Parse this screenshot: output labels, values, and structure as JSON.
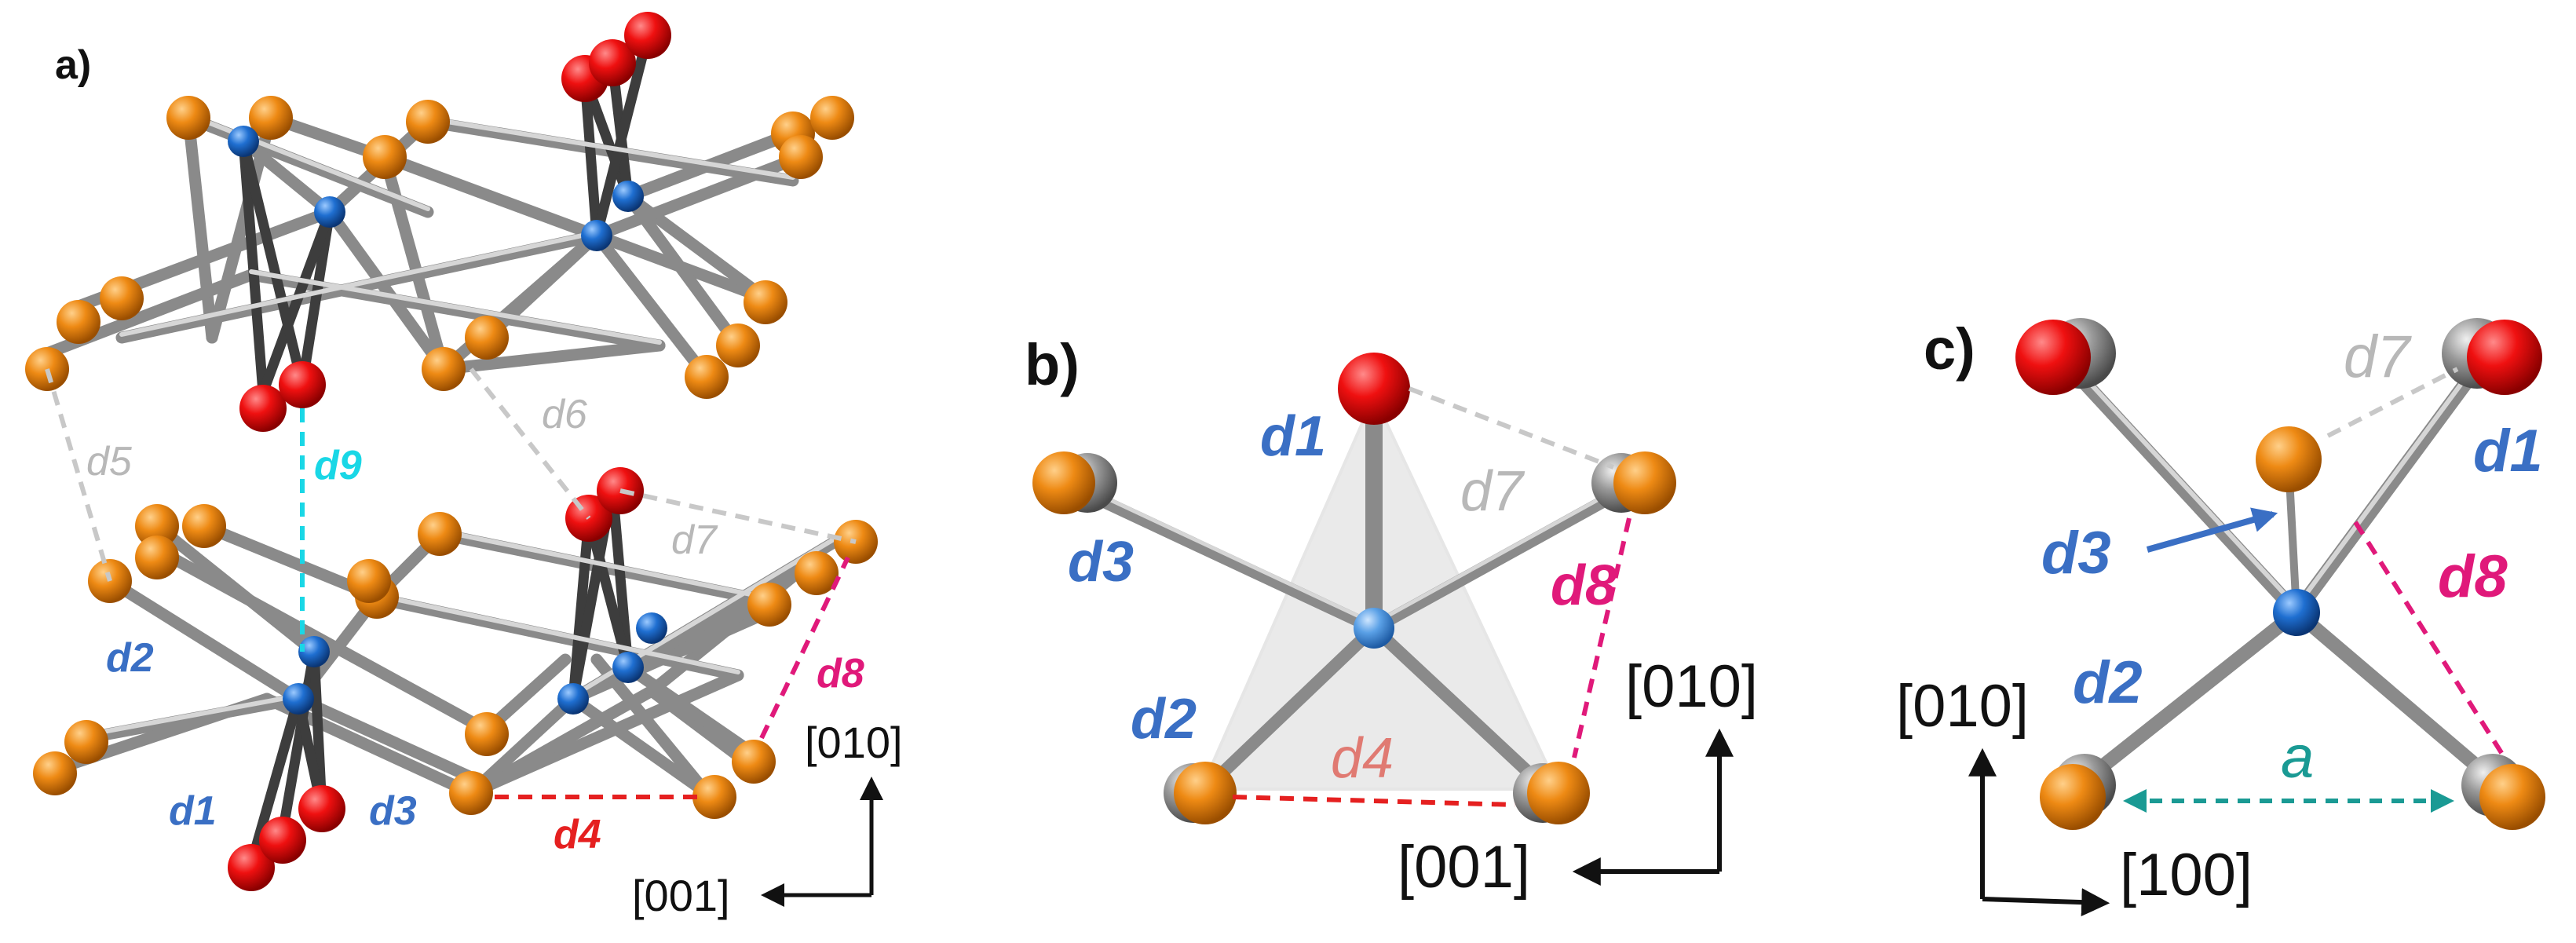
{
  "panels": {
    "a": {
      "label": "a)",
      "labels": {
        "d1": "d1",
        "d2": "d2",
        "d3": "d3",
        "d4": "d4",
        "d5": "d5",
        "d6": "d6",
        "d7": "d7",
        "d8": "d8",
        "d9": "d9"
      },
      "axes": {
        "vertical": "[010]",
        "horizontal": "[001]"
      }
    },
    "b": {
      "label": "b)",
      "labels": {
        "d1": "d1",
        "d2": "d2",
        "d3": "d3",
        "d4": "d4",
        "d7": "d7",
        "d8": "d8"
      },
      "axes": {
        "vertical": "[010]",
        "horizontal": "[001]"
      }
    },
    "c": {
      "label": "c)",
      "labels": {
        "d1": "d1",
        "d2": "d2",
        "d3": "d3",
        "d7": "d7",
        "d8": "d8",
        "a": "a"
      },
      "axes": {
        "vertical": "[010]",
        "horizontal": "[100]"
      }
    }
  },
  "colors": {
    "metal_atom": "#1f6fd1",
    "oxygen_atom": "#e00000",
    "ligand_atom": "#e88410",
    "ghost_atom": "#8c8c8c",
    "label_blue": "#3a6fc4",
    "label_gray": "#b8b8b8",
    "label_magenta": "#e0197a",
    "label_red": "#e52020",
    "label_salmon": "#e07a72",
    "label_cyan": "#19d7e6",
    "label_teal": "#1a9a94",
    "arrow_blue": "#3a6fc4"
  },
  "icons": {
    "atom": "sphere-icon",
    "arrow": "arrow-icon"
  }
}
